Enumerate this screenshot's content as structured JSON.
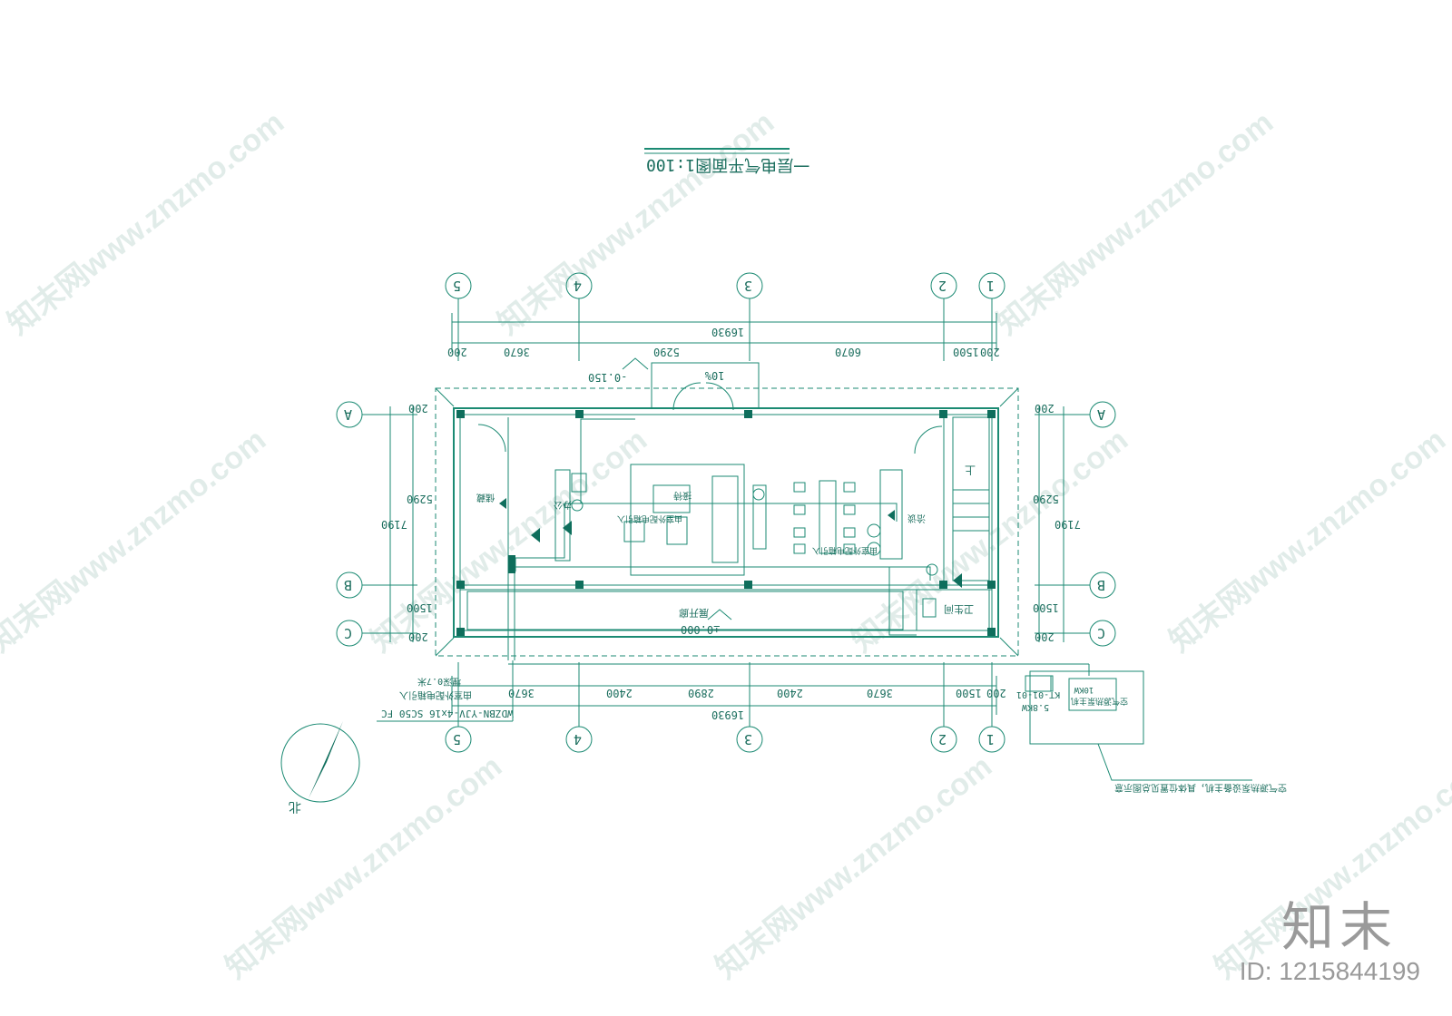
{
  "title": "一层电气平面图1:100",
  "watermark": "知末网www.znzmo.com",
  "brand": "知末",
  "doc_id": "ID: 1215844199",
  "axes_columns": [
    "5",
    "4",
    "3",
    "2",
    "1"
  ],
  "axes_rows": [
    "A",
    "B",
    "C"
  ],
  "dims_top": [
    "200",
    "3670",
    "5290",
    "6070",
    "1500",
    "200"
  ],
  "dims_top_total": "16930",
  "dims_bottom": [
    "3670",
    "2400",
    "2890",
    "2400",
    "3670",
    "1500",
    "200"
  ],
  "dims_bottom_total": "16930",
  "dims_left": [
    "200",
    "5290",
    "1500",
    "200"
  ],
  "dims_left_total": "7190",
  "dims_right": [
    "200",
    "5290",
    "1500",
    "200"
  ],
  "dims_right_total": "7190",
  "level_top": "-0.150",
  "level_main": "±0.000",
  "slope": "10%",
  "label_gallery": "展开廊",
  "label_wc": "卫生间",
  "label_stairs": "上",
  "label_storage": "储藏",
  "label_room1": "接待",
  "label_room2": "洽谈",
  "label_office": "办公",
  "cable_spec": "WDZBN-YJV-4x16 SC50 FC",
  "cable_note_1": "由室外配电箱引入",
  "cable_note_2": "埋深0.7米",
  "ac_power": "5.8KW",
  "ac_id": "KT-01-01",
  "ac_unit_label": "空气源热泵主机",
  "ac_unit_power": "10KW",
  "ac_note": "空气源热泵设备主机，具体位置见总图示意",
  "north_label": "北"
}
